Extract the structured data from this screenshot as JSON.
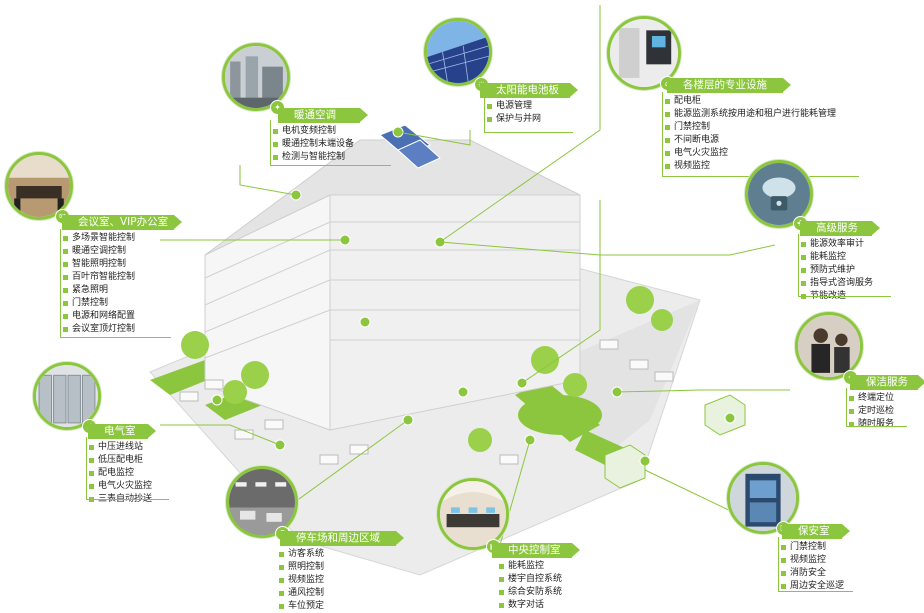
{
  "colors": {
    "accent": "#8cc63f",
    "text": "#222222",
    "ground": "#e5e5e5"
  },
  "systems": [
    {
      "id": "hvac",
      "title": "暖通空调",
      "icon": "hvac-room-photo",
      "items": [
        "电机变频控制",
        "暖通控制末端设备",
        "检测与智能控制"
      ]
    },
    {
      "id": "solar",
      "title": "太阳能电池板",
      "icon": "solar-panel-photo",
      "items": [
        "电源管理",
        "保护与并网"
      ]
    },
    {
      "id": "floor",
      "title": "各楼层的专业设施",
      "icon": "floor-facility-photo",
      "items": [
        "配电柜",
        "能源监测系统按用途和租户进行能耗管理",
        "门禁控制",
        "不间断电源",
        "电气火灾监控",
        "视频监控"
      ]
    },
    {
      "id": "meeting",
      "title": "会议室、VIP办公室",
      "icon": "meeting-room-photo",
      "items": [
        "多场景智能控制",
        "暖通空调控制",
        "智能照明控制",
        "百叶帘智能控制",
        "紧急照明",
        "门禁控制",
        "电源和网络配置",
        "会议室顶灯控制"
      ]
    },
    {
      "id": "advanced",
      "title": "高级服务",
      "icon": "cloud-lock-photo",
      "items": [
        "能源效率审计",
        "能耗监控",
        "预防式维护",
        "指导式咨询服务",
        "节能改造"
      ]
    },
    {
      "id": "cleaning",
      "title": "保洁服务",
      "icon": "cleaning-staff-photo",
      "items": [
        "终端定位",
        "定时巡检",
        "随时服务"
      ]
    },
    {
      "id": "electrical",
      "title": "电气室",
      "icon": "switchgear-photo",
      "items": [
        "中压进线站",
        "低压配电柜",
        "配电监控",
        "电气火灾监控",
        "三表自动抄送"
      ]
    },
    {
      "id": "parking",
      "title": "停车场和周边区域",
      "icon": "parking-garage-photo",
      "items": [
        "访客系统",
        "照明控制",
        "视频监控",
        "通风控制",
        "车位预定"
      ]
    },
    {
      "id": "control",
      "title": "中央控制室",
      "icon": "control-room-photo",
      "items": [
        "能耗监控",
        "楼宇自控系统",
        "综合安防系统",
        "数字对话"
      ]
    },
    {
      "id": "security",
      "title": "保安室",
      "icon": "security-booth-photo",
      "items": [
        "门禁控制",
        "视频监控",
        "消防安全",
        "周边安全巡逻"
      ]
    }
  ]
}
